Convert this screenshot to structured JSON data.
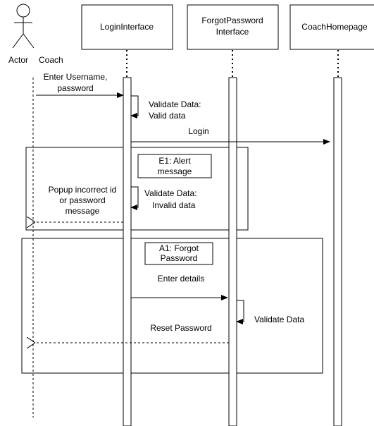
{
  "actor": {
    "label": "Actor",
    "name": "Coach"
  },
  "lifelines": {
    "login": "LoginInterface",
    "forgot_line1": "ForgotPassword",
    "forgot_line2": "Interface",
    "home": "CoachHomepage"
  },
  "messages": {
    "enter_credentials_1": "Enter Username,",
    "enter_credentials_2": "password",
    "validate_valid_1": "Validate Data:",
    "validate_valid_2": "Valid data",
    "login": "Login",
    "validate_invalid_1": "Validate Data:",
    "validate_invalid_2": "Invalid data",
    "popup_1": "Popup incorrect id",
    "popup_2": "or password",
    "popup_3": "message",
    "enter_details": "Enter details",
    "validate_data": "Validate Data",
    "reset_password": "Reset Password"
  },
  "fragments": {
    "e1_line1": "E1: Alert",
    "e1_line2": "message",
    "a1_line1": "A1: Forgot",
    "a1_line2": "Password"
  }
}
